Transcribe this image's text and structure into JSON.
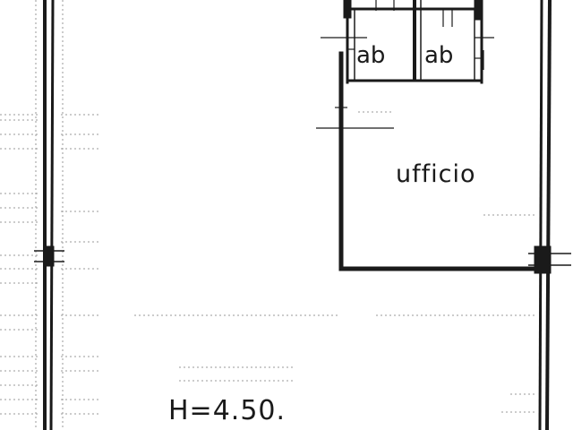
{
  "rooms": {
    "bathroom_left": "ab",
    "bathroom_right": "ab",
    "office": "ufficio"
  },
  "height_note": "H=4.50.",
  "colors": {
    "ink": "#1a1a1a",
    "paper": "#ffffff",
    "hatch": "#8a8a8a"
  }
}
